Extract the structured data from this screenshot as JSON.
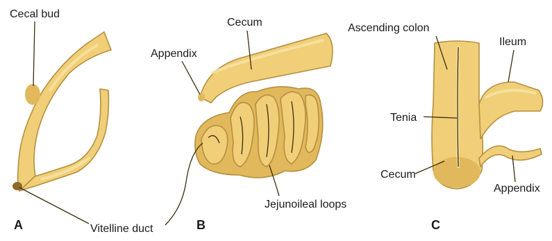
{
  "panels": {
    "a": {
      "letter": "A",
      "cecal_bud": "Cecal bud",
      "vitelline_duct": "Vitelline duct"
    },
    "b": {
      "letter": "B",
      "cecum": "Cecum",
      "appendix": "Appendix",
      "jejunoileal_loops": "Jejunoileal loops"
    },
    "c": {
      "letter": "C",
      "ascending_colon": "Ascending colon",
      "ileum": "Ileum",
      "tenia": "Tenia",
      "cecum": "Cecum",
      "appendix": "Appendix"
    }
  },
  "colors": {
    "tissue": "#f0cf78",
    "tissue_shadow": "#e2b85c",
    "outline": "#b48f3f",
    "leader": "#3a2c10"
  }
}
